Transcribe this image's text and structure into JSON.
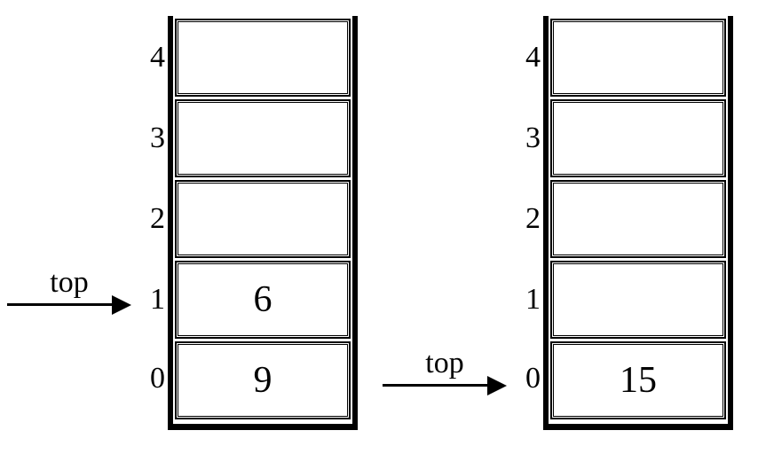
{
  "figure": {
    "title": "",
    "background_color": "#ffffff",
    "line_color": "#000000"
  },
  "stacks": [
    {
      "id": "stack-before",
      "name": "left-stack",
      "capacity": 5,
      "indices": [
        "4",
        "3",
        "2",
        "1",
        "0"
      ],
      "cells": [
        {
          "index": "4",
          "value": ""
        },
        {
          "index": "3",
          "value": ""
        },
        {
          "index": "2",
          "value": ""
        },
        {
          "index": "1",
          "value": "6"
        },
        {
          "index": "0",
          "value": "9"
        }
      ],
      "pointer": {
        "label": "top",
        "points_to_index": "1"
      }
    },
    {
      "id": "stack-after",
      "name": "right-stack",
      "capacity": 5,
      "indices": [
        "4",
        "3",
        "2",
        "1",
        "0"
      ],
      "cells": [
        {
          "index": "4",
          "value": ""
        },
        {
          "index": "3",
          "value": ""
        },
        {
          "index": "2",
          "value": ""
        },
        {
          "index": "1",
          "value": ""
        },
        {
          "index": "0",
          "value": "15"
        }
      ],
      "pointer": {
        "label": "top",
        "points_to_index": "0"
      }
    }
  ]
}
